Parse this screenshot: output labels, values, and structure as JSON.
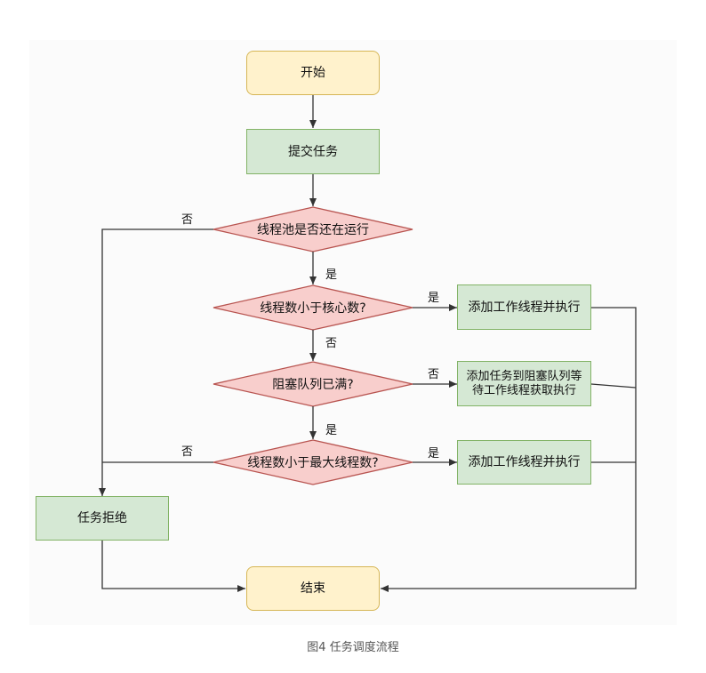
{
  "colors": {
    "terminal_fill": "#fff2cc",
    "terminal_stroke": "#d6b656",
    "process_fill": "#d5e8d4",
    "process_stroke": "#82b366",
    "decision_fill": "#f8cecc",
    "decision_stroke": "#b85450",
    "line": "#333333"
  },
  "nodes": {
    "start": "开始",
    "submit": "提交任务",
    "check_running": "线程池是否还在运行",
    "check_core": "线程数小于核心数?",
    "check_queue_full": "阻塞队列已满?",
    "check_max": "线程数小于最大线程数?",
    "add_worker_1": "添加工作线程并执行",
    "enqueue": "添加任务到阻塞队列等待工作线程获取执行",
    "add_worker_2": "添加工作线程并执行",
    "reject": "任务拒绝",
    "end": "结束"
  },
  "edge_labels": {
    "running_no": "否",
    "running_yes": "是",
    "core_yes": "是",
    "core_no": "否",
    "queue_no": "否",
    "queue_yes": "是",
    "max_no": "否",
    "max_yes": "是"
  },
  "caption": "图4 任务调度流程"
}
